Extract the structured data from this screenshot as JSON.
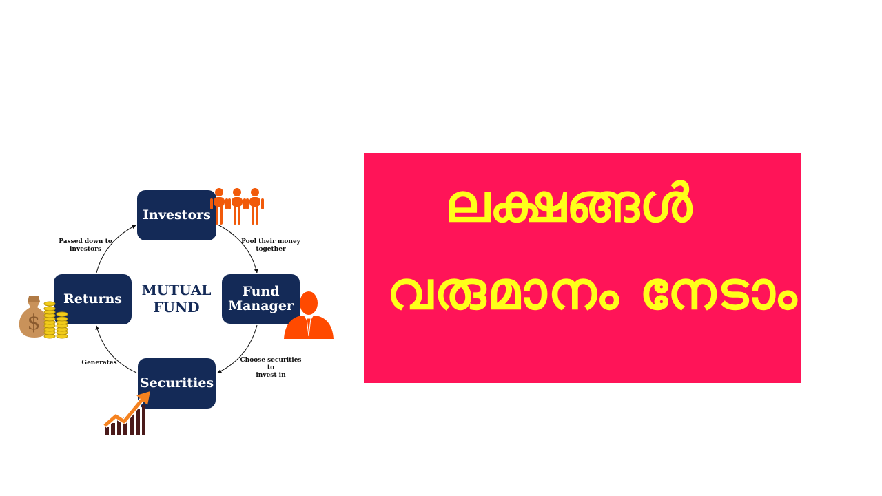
{
  "diagram": {
    "center_label": [
      "MUTUAL",
      "FUND"
    ],
    "nodes": {
      "investors": "Investors",
      "fund_manager": [
        "Fund",
        "Manager"
      ],
      "securities": "Securities",
      "returns": "Returns"
    },
    "edges": {
      "pool": [
        "Pool their money",
        "together"
      ],
      "choose": [
        "Choose securities to",
        "invest in"
      ],
      "generates": "Generates",
      "passed": [
        "Passed down to",
        "investors"
      ]
    },
    "colors": {
      "node_fill": "#142a57",
      "people_icon": "#f15a0a",
      "manager_icon": "#ff4a00",
      "arrow_orange": "#f5821f",
      "bars": "#4a1a1a",
      "money_bag": "#c9925a",
      "coins": "#f2cc1a"
    },
    "icons": [
      "people-group-icon",
      "fund-manager-icon",
      "money-bag-coins-icon",
      "growth-chart-icon"
    ]
  },
  "banner": {
    "line1": "ലക്ഷങ്ങൾ",
    "line2": "വരുമാനം നേടാം",
    "colors": {
      "background": "#ff1458",
      "text": "#ffff1a"
    }
  }
}
